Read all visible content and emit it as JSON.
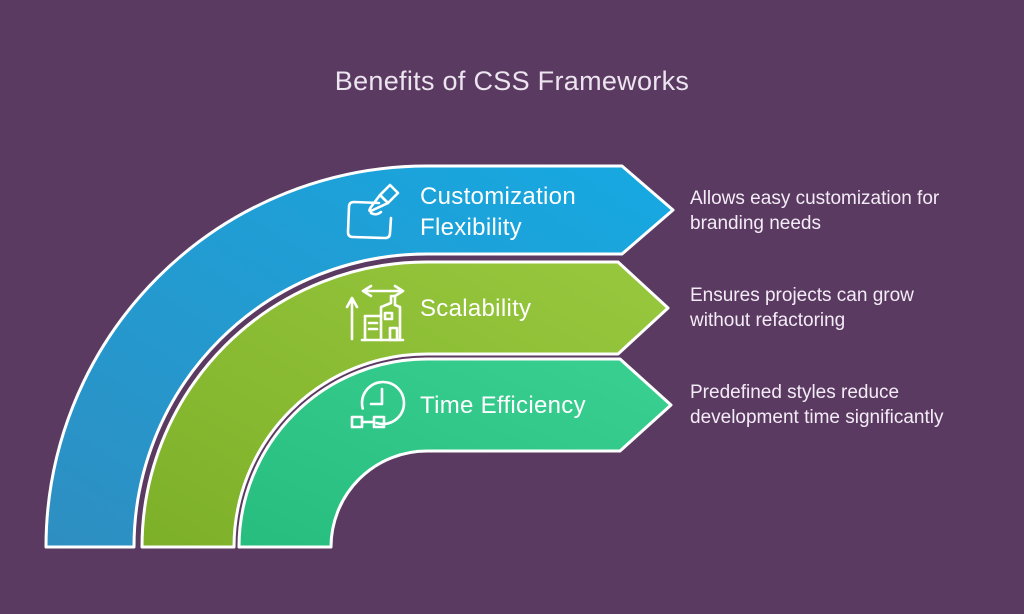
{
  "title": "Benefits of CSS Frameworks",
  "items": [
    {
      "label": "Customization Flexibility",
      "label_lines": [
        "Customization",
        "Flexibility"
      ],
      "icon": "paintbrush-icon",
      "description": "Allows easy customization for branding needs",
      "description_lines": [
        "Allows easy customization for",
        "branding needs"
      ],
      "color_start": "#2e8ec1",
      "color_end": "#16a9e2"
    },
    {
      "label": "Scalability",
      "label_lines": [
        "Scalability"
      ],
      "icon": "scalable-building-icon",
      "description": "Ensures projects can grow without refactoring",
      "description_lines": [
        "Ensures projects can grow",
        "without refactoring"
      ],
      "color_start": "#7db029",
      "color_end": "#98c83e"
    },
    {
      "label": "Time Efficiency",
      "label_lines": [
        "Time Efficiency"
      ],
      "icon": "clock-time-icon",
      "description": "Predefined styles reduce development time significantly",
      "description_lines": [
        "Predefined styles reduce",
        "development time significantly"
      ],
      "color_start": "#26bd7f",
      "color_end": "#3ad092"
    }
  ],
  "colors": {
    "background": "#5b3a62",
    "band_outline": "#ffffff",
    "title_text": "#ece4ef",
    "band_label_text": "#ffffff",
    "description_text": "#f3ecf6"
  }
}
